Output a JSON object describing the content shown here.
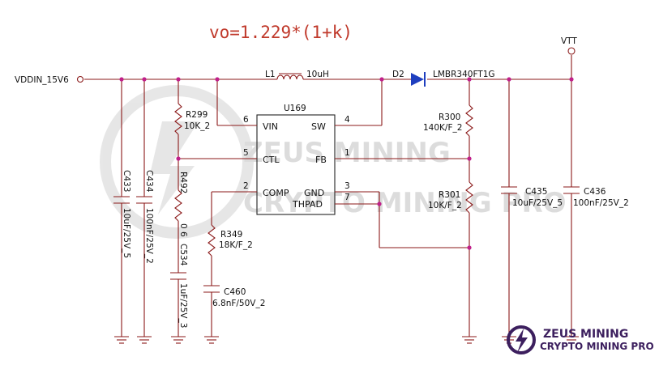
{
  "formula": "vo=1.229*(1+k)",
  "nets": {
    "vin": "VDDIN_15V6",
    "vout": "VTT"
  },
  "inductor": {
    "ref": "L1",
    "value": "10uH"
  },
  "diode": {
    "ref": "D2",
    "value": "LMBR340FT1G"
  },
  "ic": {
    "ref": "U169",
    "pins": [
      {
        "num": "6",
        "name": "VIN"
      },
      {
        "num": "5",
        "name": "CTL"
      },
      {
        "num": "2",
        "name": "COMP"
      },
      {
        "num": "4",
        "name": "SW"
      },
      {
        "num": "1",
        "name": "FB"
      },
      {
        "num": "3",
        "name": "GND"
      },
      {
        "num": "7",
        "name": "THPAD"
      }
    ]
  },
  "resistors": {
    "R299": {
      "ref": "R299",
      "value": "10K_2"
    },
    "R492": {
      "ref": "R492",
      "value": "0 6"
    },
    "R349": {
      "ref": "R349",
      "value": "18K/F_2"
    },
    "R300": {
      "ref": "R300",
      "value": "140K/F_2"
    },
    "R301": {
      "ref": "R301",
      "value": "10K/F_2"
    }
  },
  "capacitors": {
    "C433": {
      "ref": "C433",
      "value": "10uF/25V_5"
    },
    "C434": {
      "ref": "C434",
      "value": "100nF/25V_2"
    },
    "C534": {
      "ref": "C534",
      "value": "1uF/25V_3"
    },
    "C460": {
      "ref": "C460",
      "value": "6.8nF/50V_2"
    },
    "C435": {
      "ref": "C435",
      "value": "10uF/25V_5"
    },
    "C436": {
      "ref": "C436",
      "value": "100nF/25V_2"
    }
  },
  "logo": {
    "line1": "ZEUS MINING",
    "line2": "CRYPTO MINING PRO"
  },
  "watermark": {
    "line1": "ZEUS MINING",
    "line2": "CRYPTO MINING PRO"
  },
  "colors": {
    "wire": "#8b1a1a",
    "junction": "#c0208a",
    "diode": "#1f3fbf",
    "formula": "#c0392b",
    "logo": "#3c1f5e"
  }
}
